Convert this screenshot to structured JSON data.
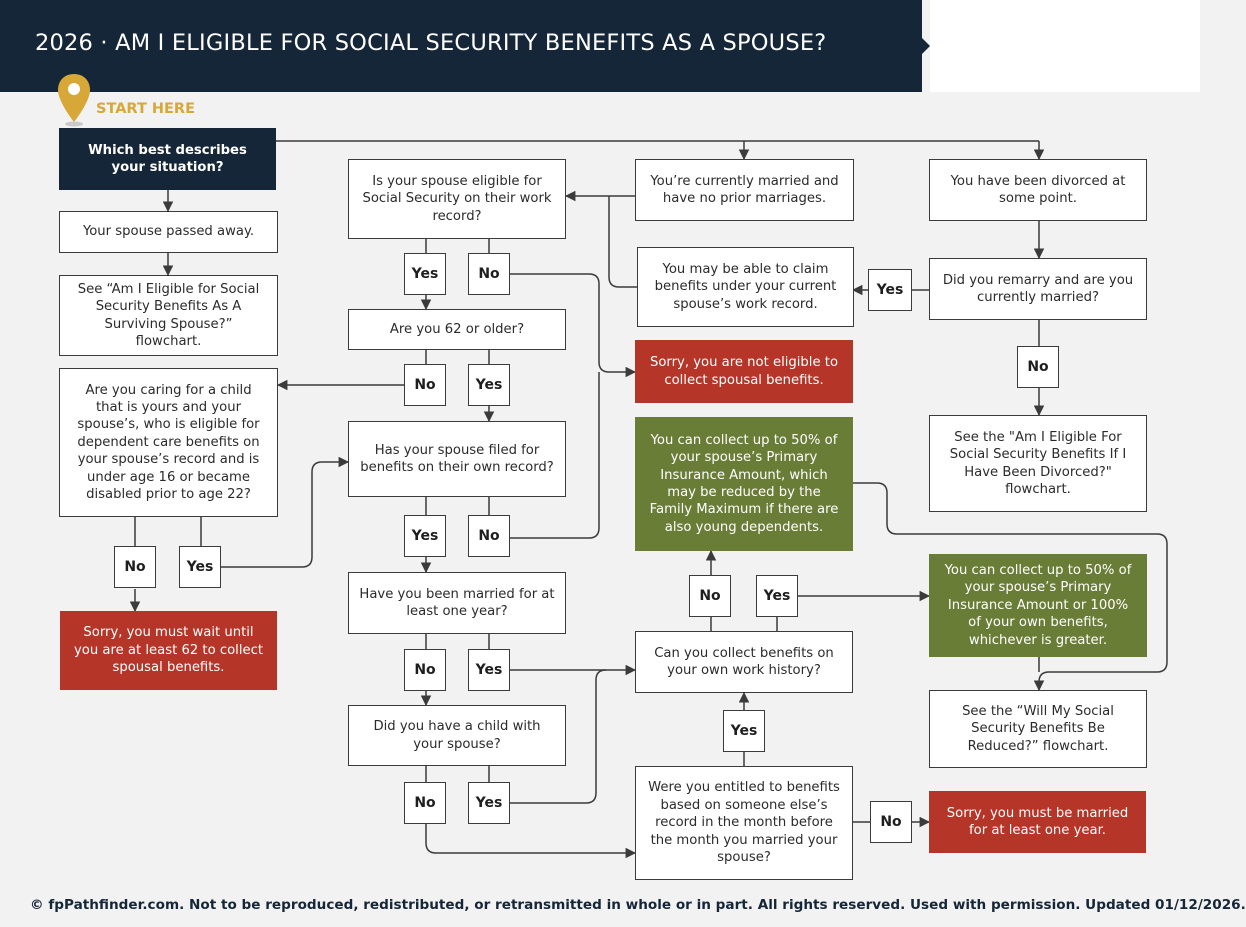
{
  "title": "2026 · AM I ELIGIBLE FOR SOCIAL SECURITY BENEFITS AS A SPOUSE?",
  "start_label": "START HERE",
  "nodes": {
    "start": "Which best describes your situation?",
    "passed_away": "Your spouse passed away.",
    "see_surviving": "See “Am I Eligible for Social Security Benefits As A Surviving Spouse?” flowchart.",
    "caring_child": "Are you caring for a child that is yours and your spouse’s, who is eligible for dependent care benefits on your spouse’s record and is under age 16 or became disabled prior to age 22?",
    "wait_62": "Sorry, you must wait until you are at least 62 to collect spousal benefits.",
    "spouse_eligible": "Is your spouse eligible for Social Security on their work record?",
    "age_62": "Are you 62 or older?",
    "spouse_filed": "Has your spouse filed for benefits on their own record?",
    "married_one_year": "Have you been married for at least one year?",
    "child_with_spouse": "Did you have a child with your spouse?",
    "currently_married": "You’re currently married and have no prior marriages.",
    "may_claim": "You may be able to claim benefits under your current spouse’s work record.",
    "not_eligible": "Sorry, you are not eligible to collect spousal benefits.",
    "collect_50_family": "You can collect up to 50% of your spouse’s Primary Insurance Amount, which may be reduced by the Family Maximum if there are also young dependents.",
    "collect_own": "Can you collect benefits on your own work history?",
    "entitled_before": "Were you entitled to benefits based on someone else’s record in the month before the month you married your spouse?",
    "divorced": "You have been divorced at some point.",
    "remarried": "Did you remarry and are you currently married?",
    "see_divorced": "See the \"Am I Eligible For Social Security Benefits If I Have Been Divorced?\" flowchart.",
    "collect_50_greater": "You can collect up to 50% of your spouse’s Primary Insurance Amount or 100% of your own benefits, whichever is greater.",
    "see_reduced": "See the “Will My Social Security Benefits Be Reduced?” flowchart.",
    "must_be_married": "Sorry, you must be married for at least one year."
  },
  "answers": {
    "yes": "Yes",
    "no": "No"
  },
  "colors": {
    "navy": "#152638",
    "red": "#b53528",
    "green": "#6a7d37",
    "gold": "#d7a738"
  },
  "footer": "© fpPathfinder.com. Not to be reproduced, redistributed, or retransmitted in whole or in part. All rights reserved. Used with permission. Updated 01/12/2026."
}
